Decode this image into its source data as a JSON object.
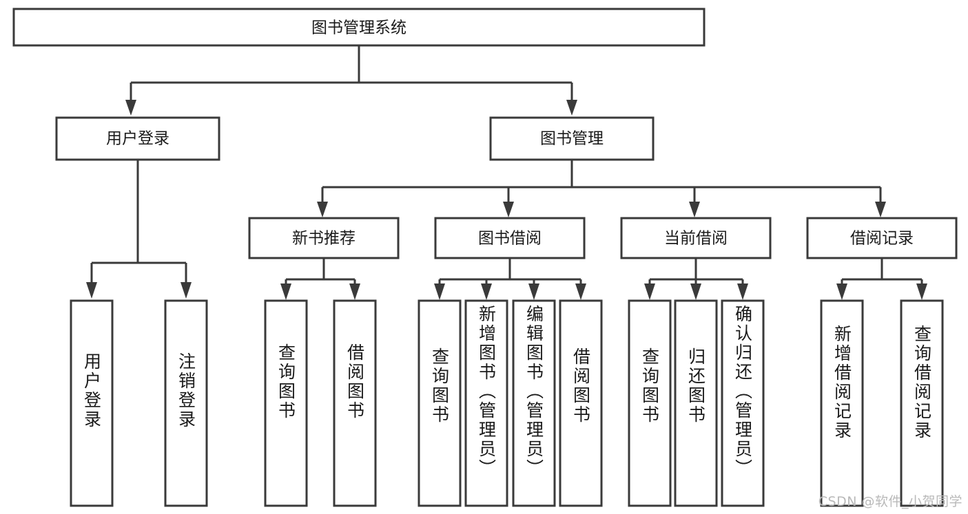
{
  "diagram": {
    "type": "tree",
    "title": "图书管理系统",
    "orientation": "top-down",
    "colors": {
      "box_fill": "#ffffff",
      "box_stroke": "#3a3a3a",
      "text": "#1a1a1a",
      "background": "#ffffff",
      "watermark": "#b9b9b9"
    },
    "root": {
      "label": "图书管理系统"
    },
    "level2": [
      {
        "label": "用户登录"
      },
      {
        "label": "图书管理"
      }
    ],
    "level3": [
      {
        "label": "新书推荐"
      },
      {
        "label": "图书借阅"
      },
      {
        "label": "当前借阅"
      },
      {
        "label": "借阅记录"
      }
    ],
    "leaves": [
      {
        "label": "用户登录",
        "parent": "用户登录"
      },
      {
        "label": "注销登录",
        "parent": "用户登录"
      },
      {
        "label": "查询图书",
        "parent": "新书推荐"
      },
      {
        "label": "借阅图书",
        "parent": "新书推荐"
      },
      {
        "label": "查询图书",
        "parent": "图书借阅"
      },
      {
        "label": "新增图书（管理员）",
        "parent": "图书借阅"
      },
      {
        "label": "编辑图书（管理员）",
        "parent": "图书借阅"
      },
      {
        "label": "借阅图书",
        "parent": "图书借阅"
      },
      {
        "label": "查询图书",
        "parent": "当前借阅"
      },
      {
        "label": "归还图书",
        "parent": "当前借阅"
      },
      {
        "label": "确认归还（管理员）",
        "parent": "当前借阅"
      },
      {
        "label": "新增借阅记录",
        "parent": "借阅记录"
      },
      {
        "label": "查询借阅记录",
        "parent": "借阅记录"
      }
    ]
  },
  "watermark": {
    "text": "CSDN @软件_小贺同学"
  }
}
